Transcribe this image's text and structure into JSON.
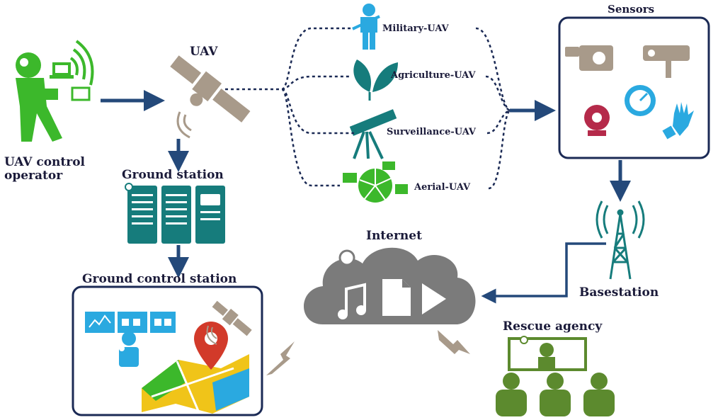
{
  "nodes": {
    "operator": "UAV control\noperator",
    "uav": "UAV",
    "ground_station": "Ground station",
    "ground_control_station": "Ground control station",
    "sensors": "Sensors",
    "basestation": "Basestation",
    "internet": "Internet",
    "rescue_agency": "Rescue agency"
  },
  "uav_types": {
    "military": "Military-UAV",
    "agriculture": "Agriculture-UAV",
    "surveillance": "Surveillance-UAV",
    "aerial": "Aerial-UAV"
  },
  "colors": {
    "arrow": "#24497a",
    "teal": "#167c7c",
    "green": "#3cb82b",
    "olive": "#5c8a2e",
    "taupe": "#a89a8a",
    "cloud": "#7b7b7b",
    "blue": "#2aa9e0",
    "red": "#d23a2a",
    "frame": "#1b2a55"
  },
  "icons": [
    "person-icon",
    "laptop-icon",
    "wifi-icon",
    "satellite-icon",
    "server-icon",
    "soldier-icon",
    "leaf-icon",
    "telescope-icon",
    "pie-icon",
    "camera-icon",
    "cctv-icon",
    "webcam-icon",
    "gauge-icon",
    "hand-icon",
    "tower-icon",
    "cloud-icon",
    "music-icon",
    "document-icon",
    "play-icon",
    "map-pin-icon",
    "lightning-icon",
    "group-icon"
  ]
}
